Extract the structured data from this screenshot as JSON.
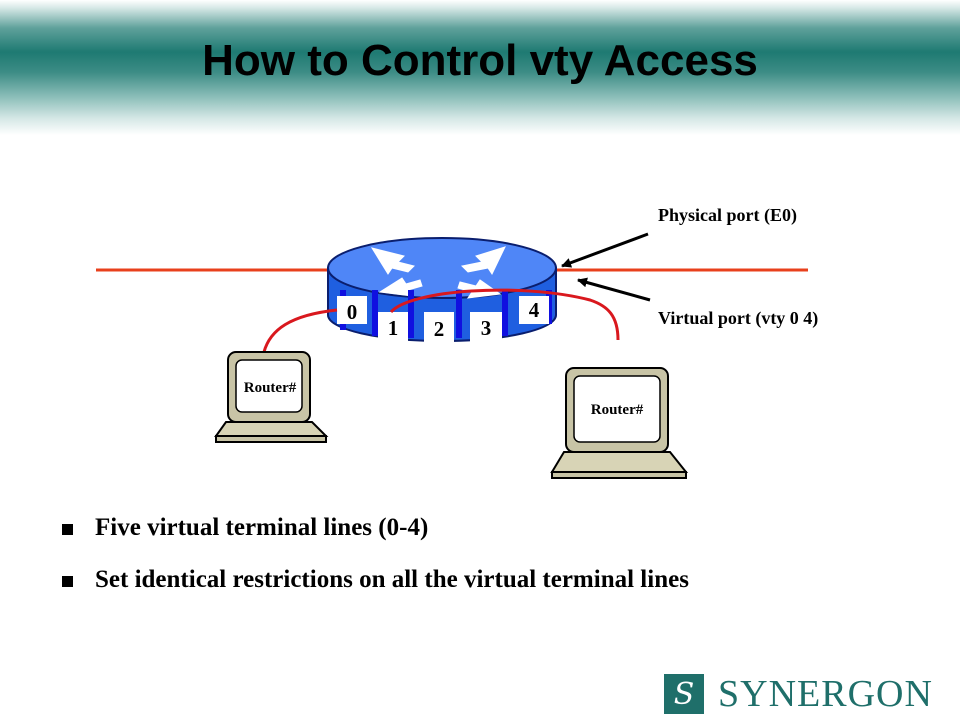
{
  "slide": {
    "title": "How to Control vty Access"
  },
  "diagram": {
    "physical_port_label": "Physical port (E0)",
    "virtual_port_label": "Virtual port (vty 0 4)",
    "vty_lines": [
      "0",
      "1",
      "2",
      "3",
      "4"
    ],
    "terminal_left_prompt": "Router#",
    "terminal_right_prompt": "Router#",
    "colors": {
      "network_line": "#e8401c",
      "connection_line": "#d9181e",
      "router_body": "#1f5fe0",
      "router_top": "#4f86f7",
      "port_blue": "#1010e0",
      "terminal_beige": "#c8c4a6"
    }
  },
  "bullets": [
    "Five virtual terminal lines (0-4)",
    "Set identical restrictions on all the virtual terminal lines"
  ],
  "logo": {
    "text": "SYNERGON",
    "mark": "S"
  }
}
